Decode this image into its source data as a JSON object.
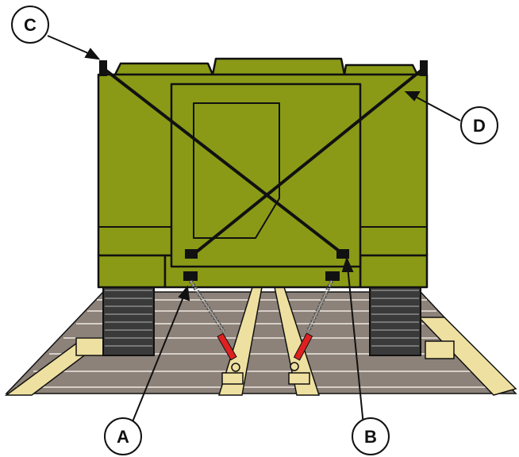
{
  "callouts": {
    "a": "A",
    "b": "B",
    "c": "C",
    "d": "D"
  },
  "colors": {
    "vehicle": "#8a9a16",
    "deck": "#8c8279",
    "deck_lines": "#d7d0c8",
    "rails": "#eee0a0",
    "outline": "#111111",
    "chain": "#555555",
    "binder": "#e02020"
  }
}
